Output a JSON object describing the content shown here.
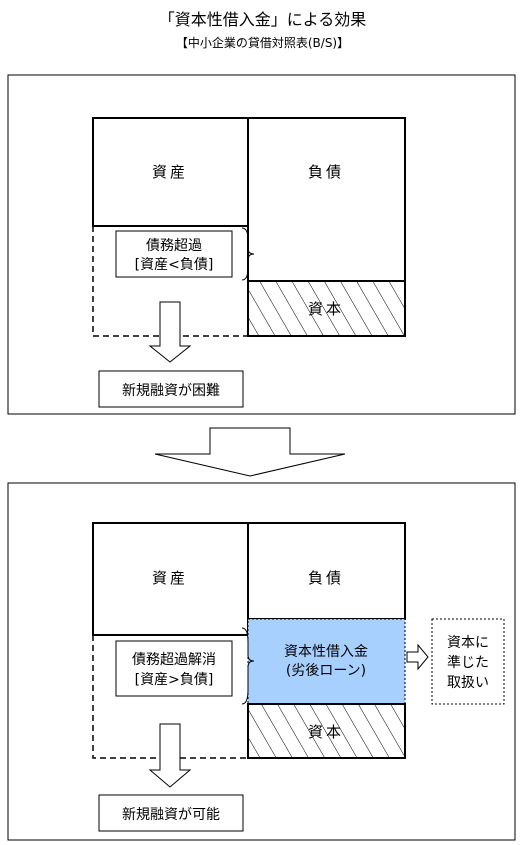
{
  "header": {
    "title": "「資本性借入金」による効果",
    "subtitle": "【中小企業の貸借対照表(B/S)】"
  },
  "before": {
    "assets": "資産",
    "liabilities": "負債",
    "capital": "資本",
    "insolvency_line1": "債務超過",
    "insolvency_line2": "[資産<負債]",
    "result": "新規融資が困難"
  },
  "after": {
    "assets": "資産",
    "liabilities": "負債",
    "capital": "資本",
    "capital_loan_line1": "資本性借入金",
    "capital_loan_line2": "(劣後ローン)",
    "resolved_line1": "債務超過解消",
    "resolved_line2": "[資産>負債]",
    "treatment_line1": "資本に",
    "treatment_line2": "準じた",
    "treatment_line3": "取扱い",
    "result": "新規融資が可能"
  },
  "colors": {
    "capital_loan_fill": "#a8d0ff",
    "line": "#000000"
  }
}
